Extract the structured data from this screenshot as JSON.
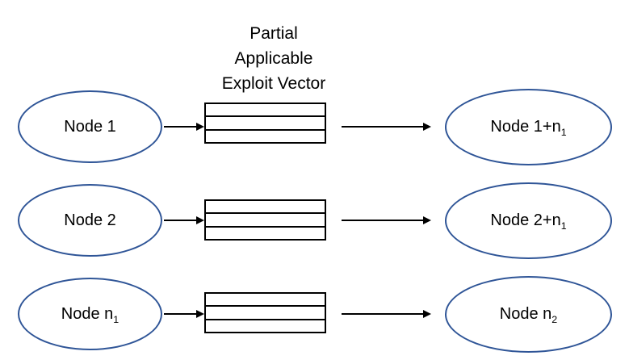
{
  "title": {
    "lines": [
      "Partial",
      "Applicable",
      "Exploit Vector"
    ]
  },
  "colors": {
    "ellipse_stroke": "#2F5597",
    "line_color": "#000000",
    "text_color": "#000000",
    "background": "#FFFFFF"
  },
  "vector_box": {
    "cells": 3
  },
  "rows": [
    {
      "left": {
        "text": "Node 1",
        "sub": ""
      },
      "right": {
        "text": "Node 1+n",
        "sub": "1"
      }
    },
    {
      "left": {
        "text": "Node 2",
        "sub": ""
      },
      "right": {
        "text": "Node 2+n",
        "sub": "1"
      }
    },
    {
      "left": {
        "text": "Node n",
        "sub": "1"
      },
      "right": {
        "text": "Node n",
        "sub": "2"
      }
    }
  ]
}
